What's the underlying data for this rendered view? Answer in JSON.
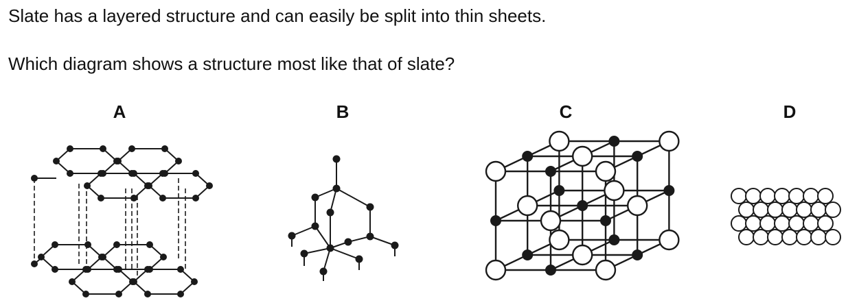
{
  "question": {
    "statement": "Slate has a layered structure and can easily be split into thin sheets.",
    "prompt": "Which diagram shows a structure most like that of slate?"
  },
  "options": [
    {
      "label": "A",
      "structure": "layered hexagonal sheets joined by dashed lines"
    },
    {
      "label": "B",
      "structure": "tetrahedral network"
    },
    {
      "label": "C",
      "structure": "cubic ionic lattice"
    },
    {
      "label": "D",
      "structure": "close-packed circles"
    }
  ]
}
